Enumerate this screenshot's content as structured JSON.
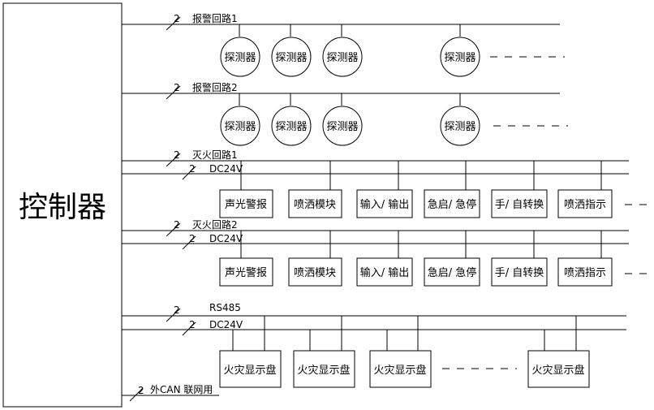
{
  "controller": {
    "label": "控制器"
  },
  "bus_count_label": "2",
  "alarm_loops": [
    {
      "label": "报警回路1",
      "detectors": [
        "探测器",
        "探测器",
        "探测器",
        "探测器"
      ]
    },
    {
      "label": "报警回路2",
      "detectors": [
        "探测器",
        "探测器",
        "探测器",
        "探测器"
      ]
    }
  ],
  "extinguish_loops": [
    {
      "label": "灭火回路1",
      "power_label": "DC24V",
      "modules": [
        "声光警报",
        "喷洒模块",
        "输入/ 输出",
        "急启/ 急停",
        "手/ 自转换",
        "喷洒指示"
      ]
    },
    {
      "label": "灭火回路2",
      "power_label": "DC24V",
      "modules": [
        "声光警报",
        "喷洒模块",
        "输入/ 输出",
        "急启/ 急停",
        "手/ 自转换",
        "喷洒指示"
      ]
    }
  ],
  "display_bus": {
    "label": "RS485",
    "power_label": "DC24V",
    "panels": [
      "火灾显示盘",
      "火灾显示盘",
      "火灾显示盘",
      "火灾显示盘"
    ]
  },
  "external_can": {
    "label": "外CAN 联网用"
  }
}
